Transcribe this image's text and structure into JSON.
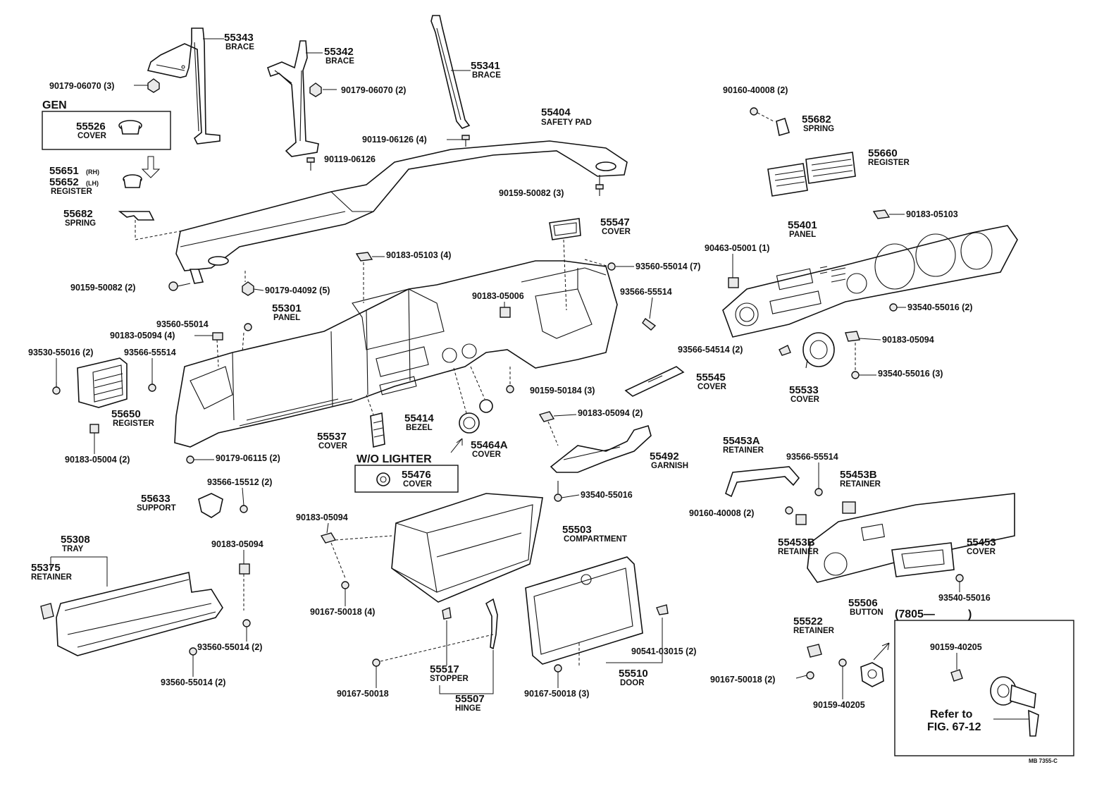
{
  "callouts": {
    "p55343": {
      "num": "55343",
      "name": "BRACE"
    },
    "p55342": {
      "num": "55342",
      "name": "BRACE"
    },
    "p55341": {
      "num": "55341",
      "name": "BRACE"
    },
    "p55526": {
      "num": "55526",
      "name": "COVER"
    },
    "p55651": {
      "num": "55651",
      "variant": "(RH)"
    },
    "p55652": {
      "num": "55652",
      "variant": "(LH)",
      "name": "REGISTER"
    },
    "p55682a": {
      "num": "55682",
      "name": "SPRING"
    },
    "p55682b": {
      "num": "55682",
      "name": "SPRING"
    },
    "p55404": {
      "num": "55404",
      "name": "SAFETY PAD"
    },
    "p55660": {
      "num": "55660",
      "name": "REGISTER"
    },
    "p55547": {
      "num": "55547",
      "name": "COVER"
    },
    "p55401": {
      "num": "55401",
      "name": "PANEL"
    },
    "p55301": {
      "num": "55301",
      "name": "PANEL"
    },
    "p55650": {
      "num": "55650",
      "name": "REGISTER"
    },
    "p55545": {
      "num": "55545",
      "name": "COVER"
    },
    "p55533": {
      "num": "55533",
      "name": "COVER"
    },
    "p55414": {
      "num": "55414",
      "name": "BEZEL"
    },
    "p55464A": {
      "num": "55464A",
      "name": "COVER"
    },
    "p55537": {
      "num": "55537",
      "name": "COVER"
    },
    "p55476": {
      "num": "55476",
      "name": "COVER"
    },
    "p55492": {
      "num": "55492",
      "name": "GARNISH"
    },
    "p55453A": {
      "num": "55453A",
      "name": "RETAINER"
    },
    "p55453Ba": {
      "num": "55453B",
      "name": "RETAINER"
    },
    "p55453Bb": {
      "num": "55453B",
      "name": "RETAINER"
    },
    "p55453": {
      "num": "55453",
      "name": "COVER"
    },
    "p55633": {
      "num": "55633",
      "name": "SUPPORT"
    },
    "p55308": {
      "num": "55308",
      "name": "TRAY"
    },
    "p55375": {
      "num": "55375",
      "name": "RETAINER"
    },
    "p55503": {
      "num": "55503",
      "name": "COMPARTMENT"
    },
    "p55517": {
      "num": "55517",
      "name": "STOPPER"
    },
    "p55507": {
      "num": "55507",
      "name": "HINGE"
    },
    "p55510": {
      "num": "55510",
      "name": "DOOR"
    },
    "p55522": {
      "num": "55522",
      "name": "RETAINER"
    },
    "p55506": {
      "num": "55506",
      "name": "BUTTON"
    }
  },
  "fasteners": {
    "f01": "90179-06070 (3)",
    "f02": "90179-06070 (2)",
    "f03": "90119-06126 (4)",
    "f04": "90119-06126",
    "f05": "90160-40008 (2)",
    "f06": "90159-50082 (3)",
    "f07": "90183-05103",
    "f08": "90183-05103 (4)",
    "f09": "93560-55014 (7)",
    "f10": "90463-05001 (1)",
    "f11": "90159-50082 (2)",
    "f12": "90179-04092 (5)",
    "f13": "90183-05006",
    "f14": "93566-55514",
    "f15": "93560-55014",
    "f16": "90183-05094 (4)",
    "f17": "93530-55016 (2)",
    "f18": "93566-55514",
    "f19": "93540-55016 (2)",
    "f20": "93566-54514 (2)",
    "f21": "90183-05094",
    "f22": "93540-55016 (3)",
    "f23": "90159-50184 (3)",
    "f24": "90183-05094 (2)",
    "f25": "90183-05004 (2)",
    "f26": "90179-06115 (2)",
    "f27": "93566-55514",
    "f28": "93566-15512 (2)",
    "f29": "93540-55016",
    "f30": "90160-40008 (2)",
    "f31": "90183-05094",
    "f32": "90183-05094",
    "f33": "93540-55016",
    "f34": "90167-50018 (4)",
    "f35": "93560-55014 (2)",
    "f36": "93560-55014 (2)",
    "f37": "90541-03015 (2)",
    "f38": "90167-50018",
    "f39": "90167-50018 (3)",
    "f40": "90167-50018 (2)",
    "f41": "90159-40205",
    "f42": "90159-40205"
  },
  "labels": {
    "gen": "GEN",
    "wo_lighter": "W/O LIGHTER",
    "date_range": "(7805—",
    "date_close": ")",
    "refer_to": "Refer to",
    "fig_ref": "FIG. 67-12",
    "doc_code": "MB  7355-C"
  }
}
